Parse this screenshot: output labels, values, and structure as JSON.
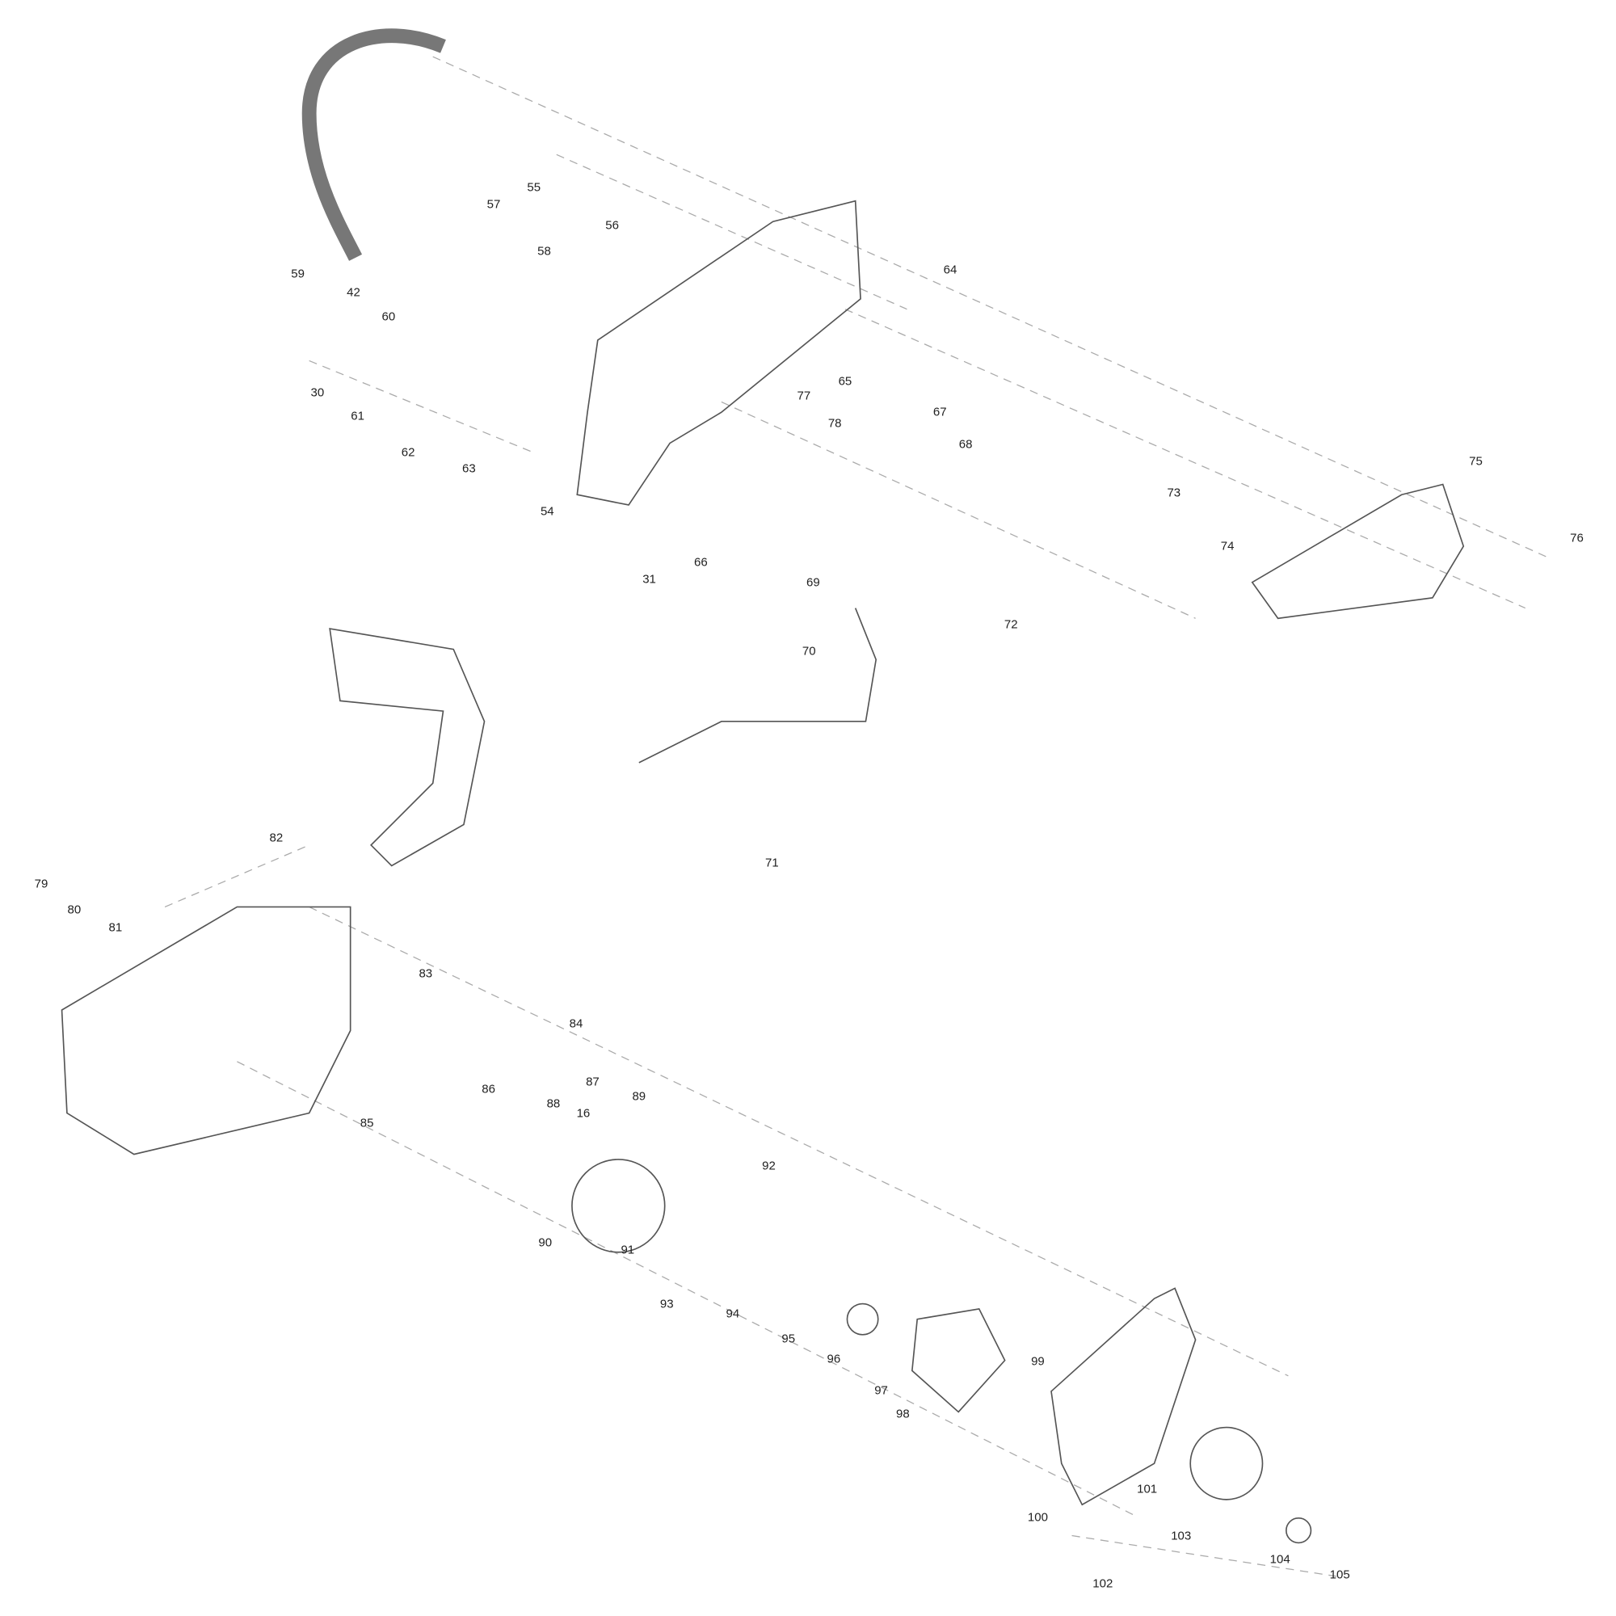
{
  "diagram": {
    "type": "exploded-parts-diagram",
    "part_labels": [
      "59",
      "42",
      "60",
      "57",
      "55",
      "56",
      "58",
      "64",
      "30",
      "61",
      "62",
      "63",
      "54",
      "65",
      "77",
      "78",
      "67",
      "68",
      "31",
      "66",
      "69",
      "73",
      "74",
      "75",
      "76",
      "72",
      "70",
      "71",
      "82",
      "79",
      "80",
      "81",
      "83",
      "84",
      "86",
      "87",
      "85",
      "88",
      "16",
      "89",
      "92",
      "90",
      "91",
      "93",
      "94",
      "95",
      "96",
      "97",
      "98",
      "99",
      "101",
      "100",
      "103",
      "104",
      "105",
      "102"
    ],
    "line_color": "#555555",
    "dash_color": "#aaaaaa"
  }
}
